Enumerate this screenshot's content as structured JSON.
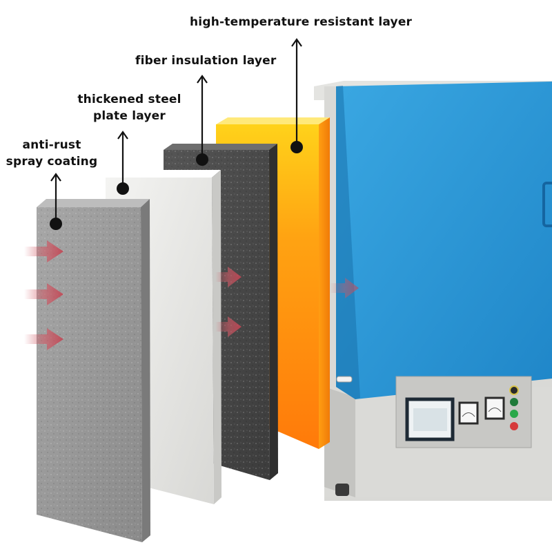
{
  "labels": {
    "high_temp": "high-temperature resistant layer",
    "fiber": "fiber insulation layer",
    "steel_line1": "thickened steel",
    "steel_line2": "plate layer",
    "antirust_line1": "anti-rust",
    "antirust_line2": "spray coating"
  },
  "layers": [
    {
      "name": "anti-rust spray coating",
      "color": "#9a9a9a"
    },
    {
      "name": "thickened steel plate layer",
      "color": "#e6e6e4"
    },
    {
      "name": "fiber insulation layer",
      "color": "#4a4a4a"
    },
    {
      "name": "high-temperature resistant layer",
      "color": "#ff8c10"
    }
  ],
  "furnace": {
    "door_color": "#2e9ad8",
    "body_color": "#d9d9d6",
    "panel": {
      "display": "digital-display",
      "meters": [
        "ammeter",
        "voltmeter"
      ],
      "indicators": [
        "yellow-light",
        "green-light",
        "green-button",
        "red-button"
      ]
    }
  },
  "arrows": {
    "color": "#d05a66"
  }
}
